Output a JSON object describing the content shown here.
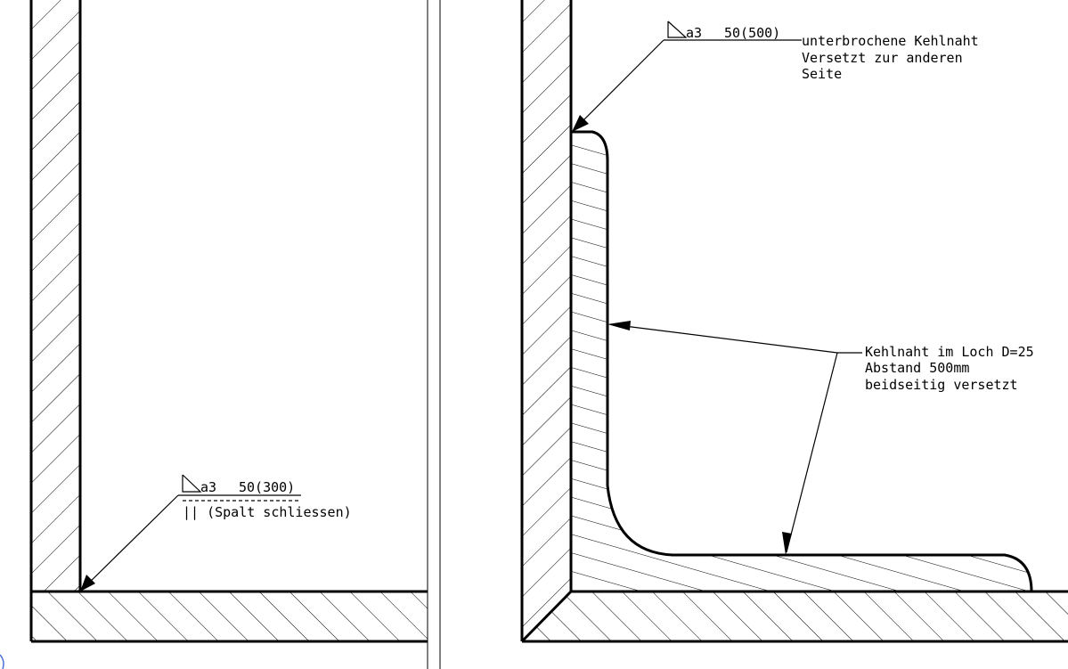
{
  "left_detail": {
    "weld_symbol": "a3",
    "weld_spec": "50(300)",
    "note": "|| (Spalt schliessen)"
  },
  "right_detail": {
    "top_weld_symbol": "a3",
    "top_weld_spec": "50(500)",
    "top_note_lines": [
      "unterbrochene Kehlnaht",
      "Versetzt zur anderen",
      "Seite"
    ],
    "side_note_lines": [
      "Kehlnaht im Loch D=25",
      "Abstand 500mm",
      "beidseitig versetzt"
    ]
  }
}
